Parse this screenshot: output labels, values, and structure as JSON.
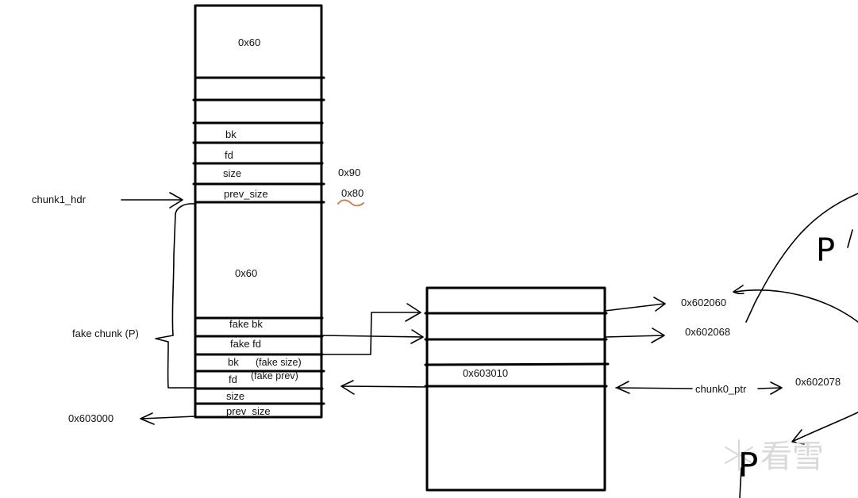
{
  "left_stack": {
    "top_value": "0x60",
    "rows": [
      "bk",
      "fd",
      "size",
      "prev_size"
    ],
    "middle_value": "0x60",
    "lower_rows": [
      "fake bk",
      "fake fd",
      "bk",
      "(fake size)",
      "fd",
      "(fake prev)",
      "size",
      "prev_size"
    ]
  },
  "annotations": {
    "size_value": "0x90",
    "prev_size_value": "0x80",
    "chunk1_hdr": "chunk1_hdr",
    "fake_chunk": "fake chunk (P)",
    "base_addr": "0x603000"
  },
  "right_block": {
    "value": "0x603010",
    "addr_1": "0x602060",
    "addr_2": "0x602068",
    "chunk0_ptr": "chunk0_ptr",
    "addr_3": "0x602078"
  },
  "handwriting": {
    "p1": "P",
    "p2": "P"
  },
  "watermark": "看雪"
}
